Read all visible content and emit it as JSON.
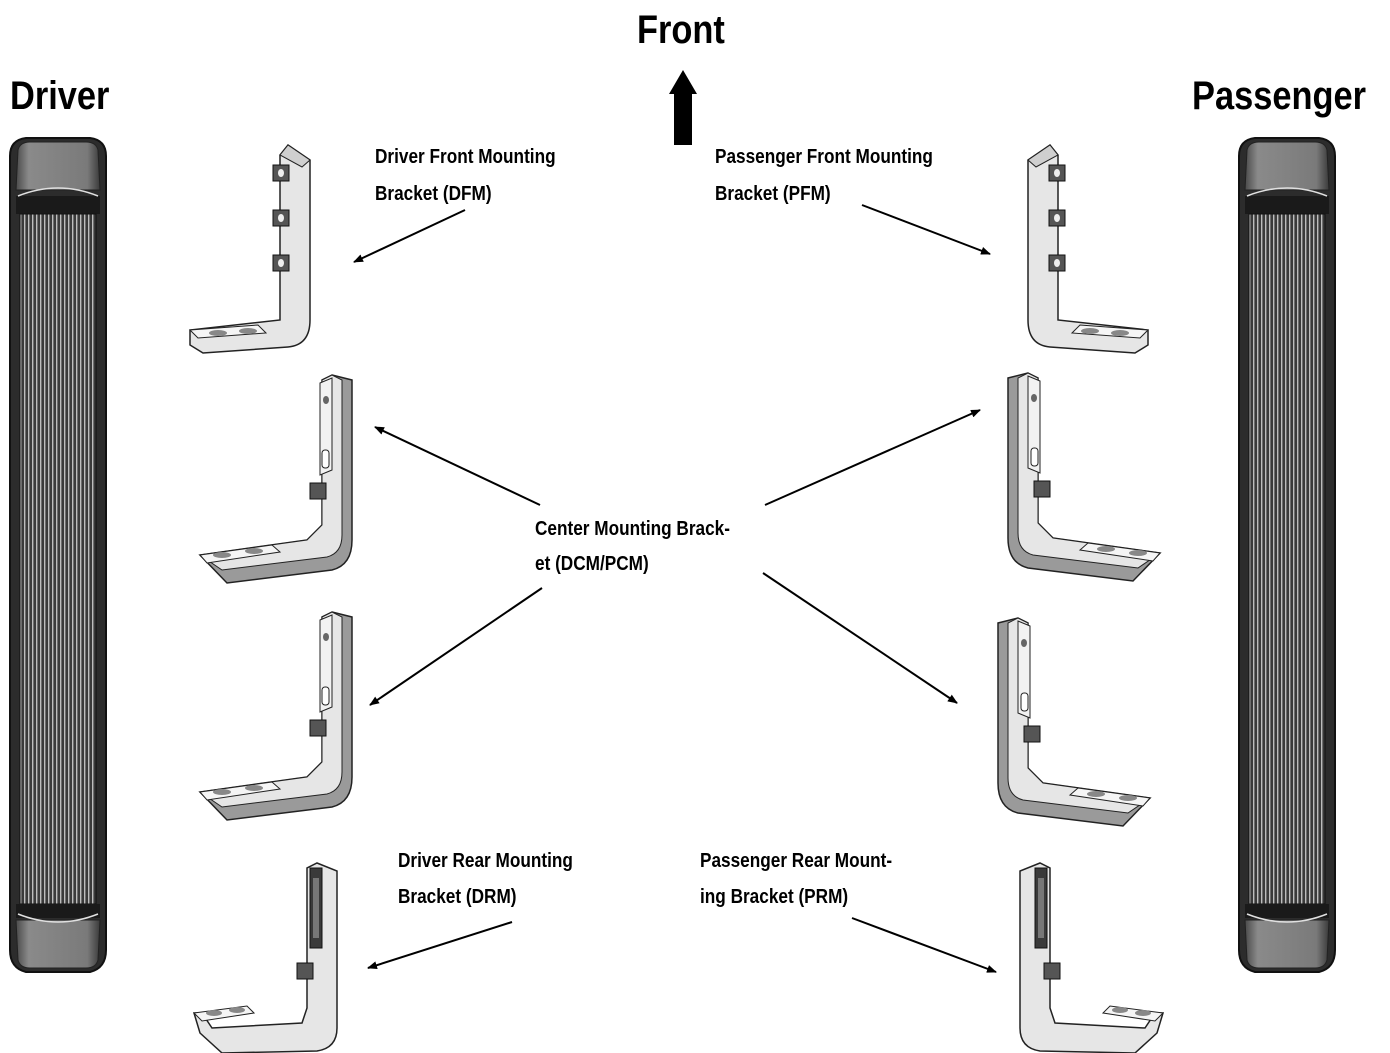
{
  "headings": {
    "front": "Front",
    "driver": "Driver",
    "passenger": "Passenger"
  },
  "labels": {
    "dfm": [
      "Driver Front Mounting",
      "Bracket (DFM)"
    ],
    "pfm": [
      "Passenger Front Mounting",
      "Bracket (PFM)"
    ],
    "center": [
      "Center Mounting Brack-",
      "et (DCM/PCM)"
    ],
    "drm": [
      "Driver Rear Mounting",
      "Bracket (DRM)"
    ],
    "prm": [
      "Passenger Rear Mount-",
      "ing Bracket (PRM)"
    ]
  },
  "colors": {
    "ink": "#000000",
    "board_dark": "#2c2c2c",
    "board_cap": "#6a6a6a",
    "bracket_fill": "#e6e6e6",
    "bracket_shadow": "#9a9a9a"
  }
}
